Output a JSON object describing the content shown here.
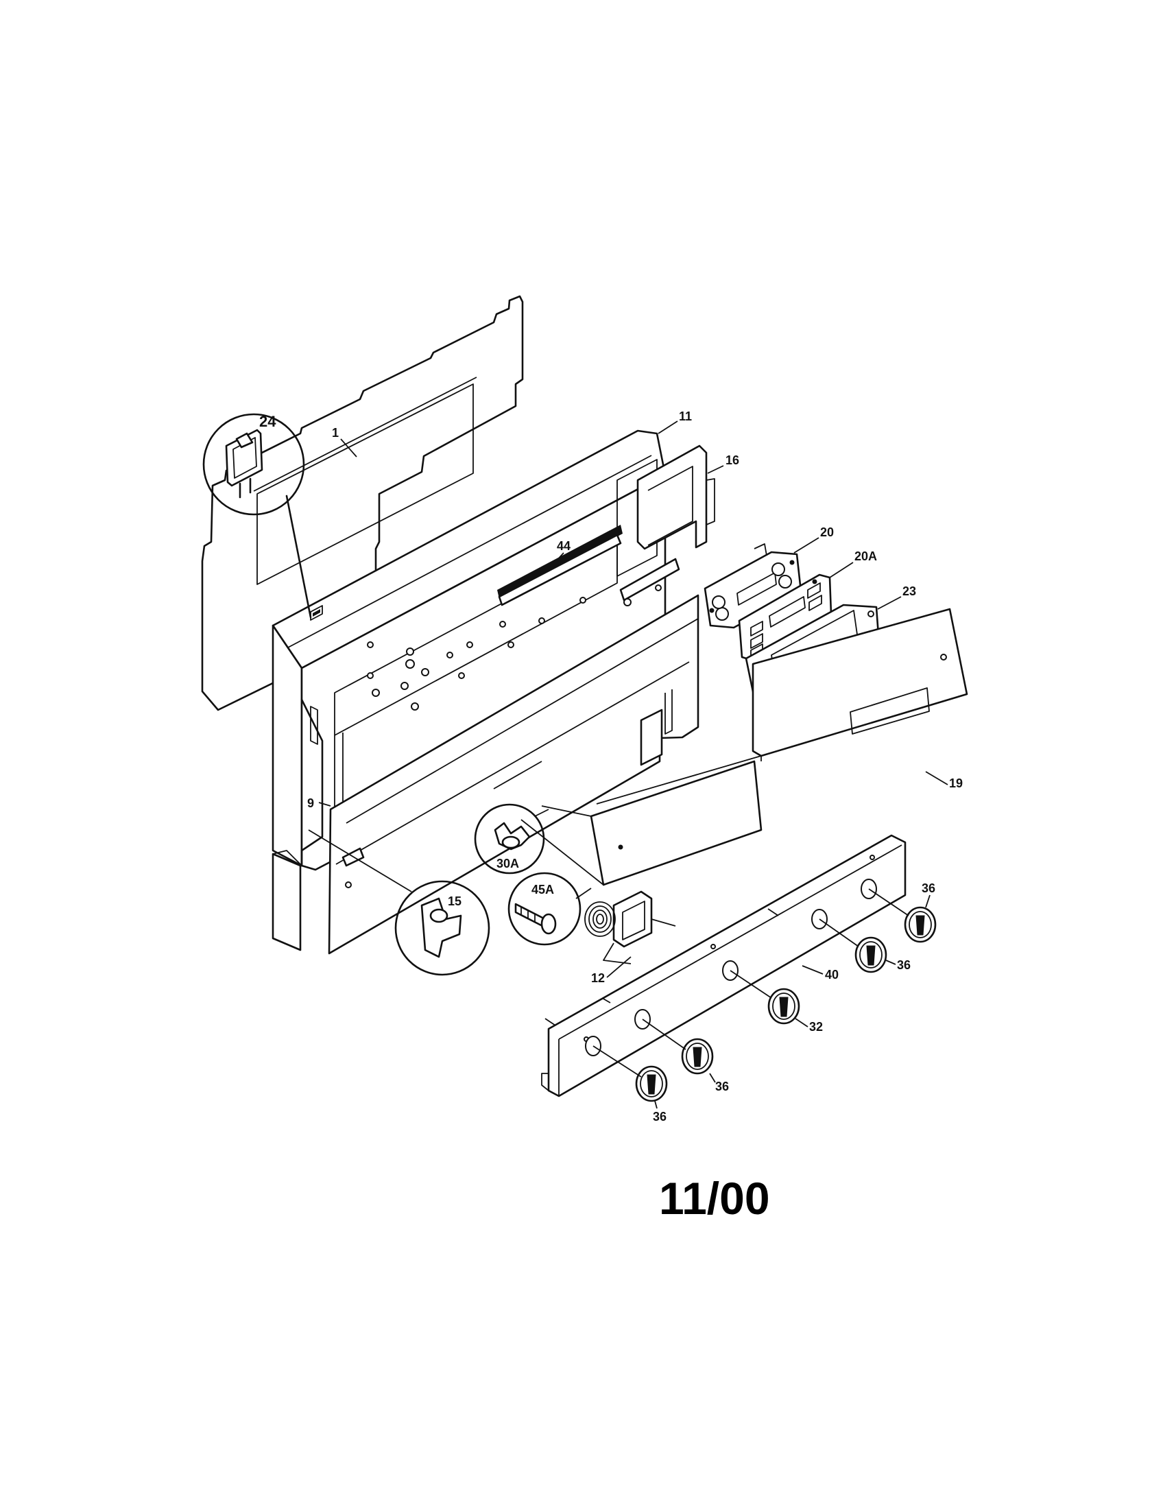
{
  "callouts": {
    "p1": "1",
    "p9": "9",
    "p11": "11",
    "p12": "12",
    "p15": "15",
    "p16": "16",
    "p19": "19",
    "p20": "20",
    "p20a": "20A",
    "p23": "23",
    "p24": "24",
    "p30a": "30A",
    "p32": "32",
    "p36": "36",
    "p40": "40",
    "p44": "44",
    "p45a": "45A"
  },
  "footer": {
    "date_code": "11/00"
  }
}
